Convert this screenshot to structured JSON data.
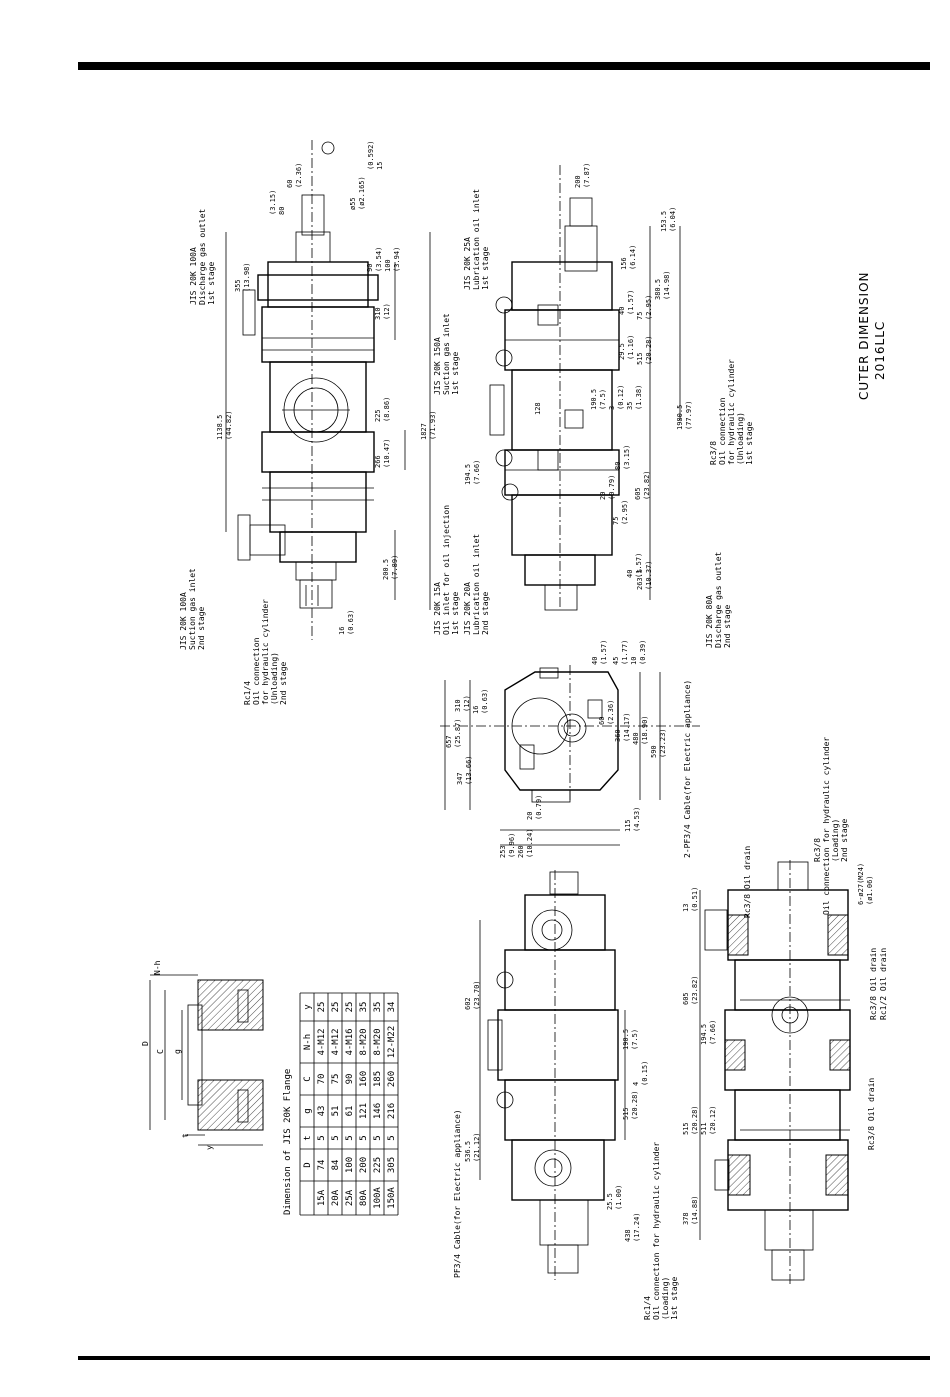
{
  "title": "CUTER DIMENSION",
  "model": "2016LLC",
  "flange_table": {
    "title": "Dimension of JIS 20K Flange",
    "headers": [
      "",
      "D",
      "t",
      "g",
      "C",
      "N-h",
      "y"
    ],
    "rows": [
      [
        "15A",
        "74",
        "5",
        "43",
        "70",
        "4-M12",
        "25"
      ],
      [
        "20A",
        "84",
        "5",
        "51",
        "75",
        "4-M12",
        "25"
      ],
      [
        "25A",
        "100",
        "5",
        "61",
        "90",
        "4-M16",
        "25"
      ],
      [
        "80A",
        "200",
        "5",
        "121",
        "160",
        "8-M20",
        "35"
      ],
      [
        "100A",
        "225",
        "5",
        "146",
        "185",
        "8-M20",
        "35"
      ],
      [
        "150A",
        "305",
        "5",
        "216",
        "260",
        "12-M22",
        "34"
      ]
    ]
  },
  "flange_detail": {
    "D": "D",
    "C": "C",
    "g": "g",
    "Nh": "N-h",
    "t": "t",
    "y": "y"
  },
  "top_view_labels": [
    "JIS 20K 100A",
    "Discharge gas outlet",
    "1st stage",
    "JIS 20K 100A",
    "Suction gas inlet",
    "2nd stage",
    "Rc1/4",
    "Oil connection",
    "for hydraulic cylinder",
    "(Unloading)",
    "2nd stage"
  ],
  "top_view_dims": [
    "1138.5",
    "(44.82)",
    "355",
    "(13.98)",
    "1827",
    "(71.93)",
    "200.5",
    "(7.89)",
    "266",
    "(10.47)",
    "225",
    "(8.86)",
    "16",
    "(0.63)",
    "310",
    "(12)",
    "90",
    "(3.54)",
    "100",
    "(3.94)",
    "80",
    "(3.15)",
    "60",
    "(2.36)",
    "ø55",
    "(ø2.165)",
    "(0.592)",
    "15"
  ],
  "bottom_view_labels": [
    "JIS 20K 25A",
    "Lubrication oil inlet",
    "1st stage",
    "JIS 20K 150A",
    "Suction gas inlet",
    "1st stage",
    "JIS 20K 15A",
    "Oil inlet for oil injection",
    "1st stage",
    "JIS 20K 20A",
    "Lubrication oil inlet",
    "2nd stage",
    "JIS 20K 80A",
    "Discharge gas outlet",
    "2nd stage",
    "Rc3/8",
    "Oil connection",
    "for hydraulic cylinder",
    "(Unloading)",
    "1st stage"
  ],
  "bottom_view_dims": [
    "200",
    "(7.87)",
    "156",
    "(6.14)",
    "153.5",
    "(6.04)",
    "40",
    "(1.57)",
    "380.5",
    "(14.98)",
    "75",
    "(2.95)",
    "29.5",
    "(1.16)",
    "515",
    "(20.28)",
    "190.5",
    "(7.5)",
    "3",
    "(0.12)",
    "35",
    "(1.38)",
    "1980.5",
    "(77.97)",
    "194.5",
    "(7.66)",
    "80",
    "(3.15)",
    "20",
    "(0.79)",
    "605",
    "(23.82)",
    "75",
    "(2.95)",
    "40",
    "(1.57)",
    "263.5",
    "(10.37)",
    "128"
  ],
  "end_view_labels": [
    "2-PF3/4 Cable(for Electric appliance)"
  ],
  "end_view_dims": [
    "657",
    "(25.87)",
    "347",
    "(13.66)",
    "310",
    "(12)",
    "16",
    "(0.63)",
    "40",
    "(1.57)",
    "45",
    "(1.77)",
    "10",
    "(0.39)",
    "60",
    "(2.36)",
    "360",
    "(14.17)",
    "480",
    "(18.90)",
    "590",
    "(23.23)",
    "115",
    "(4.53)",
    "20",
    "(0.79)",
    "253",
    "(9.96)",
    "260",
    "(10.24)"
  ],
  "side_top_labels": [
    "PF3/4 Cable(for Electric appliance)",
    "Rc1/4",
    "Oil connection for hydraulic cylinder",
    "(Loading)",
    "1st stage"
  ],
  "side_top_dims": [
    "602",
    "(23.70)",
    "536.5",
    "(21.12)",
    "190.5",
    "(7.5)",
    "4",
    "(0.15)",
    "515",
    "(20.28)",
    "25.5",
    "(1.00)",
    "438",
    "(17.24)"
  ],
  "side_bottom_labels": [
    "Rc3/8 Oil drain",
    "Rc3/8",
    "Oil connection for hydraulic cylinder",
    "(Loading)",
    "2nd stage",
    "6-ø27(M24)",
    "(ø1.06)",
    "Rc3/8 Oil drain",
    "Rc1/2 Oil drain",
    "Rc3/8 Oil drain"
  ],
  "side_bottom_dims": [
    "13",
    "(0.51)",
    "605",
    "(23.82)",
    "194.5",
    "(7.66)",
    "515",
    "(20.28)",
    "511",
    "(20.12)",
    "378",
    "(14.88)"
  ]
}
